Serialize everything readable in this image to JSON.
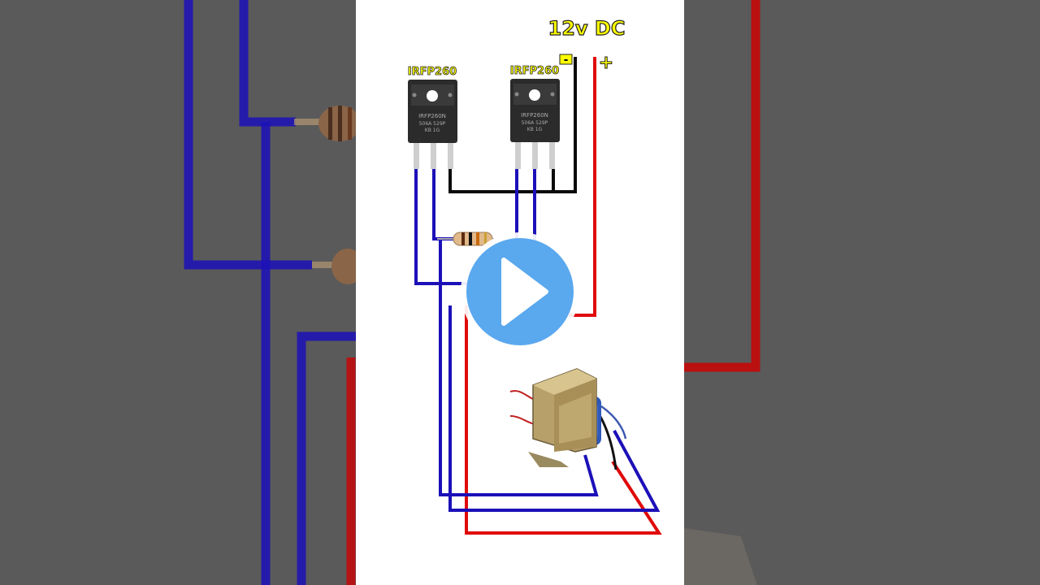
{
  "video": {
    "supply_label": "12v DC",
    "minus_sign": "-",
    "plus_sign": "+",
    "transistor_1": {
      "label": "IRFP260",
      "marking_1": "IRFP260N",
      "marking_2": "506A 529P",
      "marking_3": "KB  1G"
    },
    "transistor_2": {
      "label": "IRFP260",
      "marking_1": "IRFP260N",
      "marking_2": "506A 529P",
      "marking_3": "KB  1G"
    }
  },
  "colors": {
    "wire_blue": "#1c10b8",
    "wire_red": "#e00a0a",
    "wire_black": "#0a0a0a",
    "label_yellow": "#ffff00",
    "play_button": "#5aa8ee",
    "background_blur": "#5a5a5a"
  },
  "icons": {
    "play": "play-icon"
  }
}
